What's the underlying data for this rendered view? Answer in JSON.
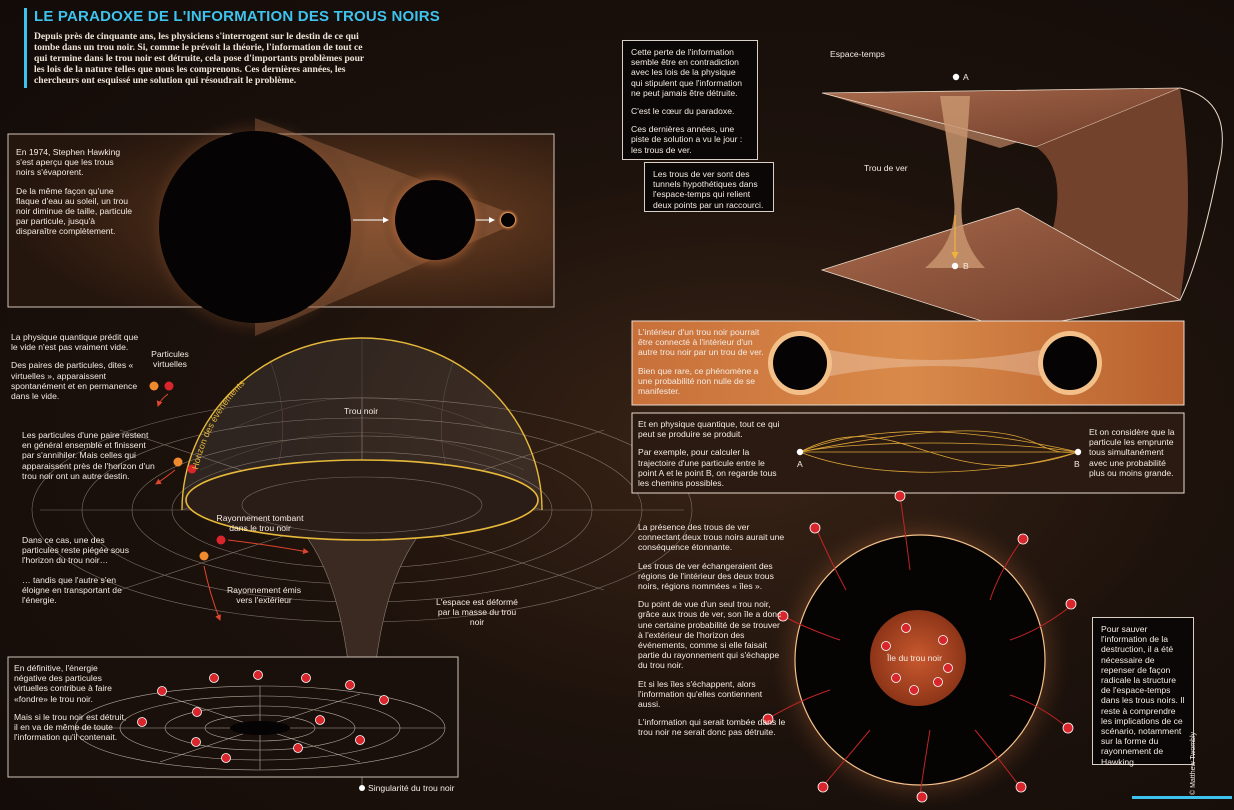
{
  "title": "LE PARADOXE DE L'INFORMATION DES TROUS NOIRS",
  "intro": "Depuis près de cinquante ans, les physiciens s'interrogent sur le destin de ce qui tombe dans un trou noir. Si, comme le prévoit la théorie, l'information de tout ce qui termine dans le trou noir est détruite, cela pose d'importants problèmes pour les lois de la nature telles que nous les comprenons. Ces dernières années, les chercheurs ont esquissé une solution qui résoudrait le problème.",
  "hawking": {
    "p1": "En 1974, Stephen Hawking s'est aperçu que les trous noirs s'évaporent.",
    "p2": "De la même façon qu'une flaque d'eau au soleil, un trou noir diminue de taille, particule par particule, jusqu'à disparaître complètement."
  },
  "quantum": {
    "p1": "La physique quantique prédit que le vide n'est pas vraiment vide.",
    "p2": "Des paires de particules, dites « virtuelles », apparaissent spontanément et en permanence dans le vide.",
    "p3": "Les particules d'une paire restent en général ensemble et finissent par s'annihiler. Mais celles qui apparaissent près de l'horizon d'un trou noir ont un autre destin.",
    "p4": "Dans ce cas, une des particules reste piégée sous l'horizon du trou noir…",
    "p5": "… tandis que l'autre s'en éloigne en transportant de l'énergie."
  },
  "labels": {
    "virtual": "Particules virtuelles",
    "horizon": "Horizon des événements",
    "hole": "Trou noir",
    "falling": "Rayonnement tombant dans le trou noir",
    "emitted": "Rayonnement émis vers l'extérieur",
    "deformed": "L'espace est déformé par la masse du trou noir",
    "singularity": "Singularité du trou noir",
    "spacetime": "Espace-temps",
    "wormhole": "Trou de ver",
    "pointA": "A",
    "pointB": "B",
    "island": "Île du trou noir",
    "credit": "© Matthew Twombly"
  },
  "energy": {
    "p1": "En définitive, l'énergie négative des particules virtuelles contribue à faire «fondre» le trou noir.",
    "p2": "Mais si le trou noir est détruit, il en va de même de toute l'information qu'il contenait."
  },
  "paradox": {
    "p1": "Cette perte de l'information semble être en contradiction avec les lois de la physique qui stipulent que l'information ne peut jamais être détruite.",
    "p2": "C'est le cœur du paradoxe.",
    "p3": "Ces dernières années, une piste de solution a vu le jour : les trous de ver."
  },
  "wormholes": "Les trous de ver sont des tunnels hypothétiques dans l'espace-temps qui relient deux points par un raccourci.",
  "interior": {
    "p1": "L'intérieur d'un trou noir pourrait être connecté à l'intérieur d'un autre trou noir par un trou de ver.",
    "p2": "Bien que rare, ce phénomène a une probabilité non nulle de se manifester."
  },
  "paths": {
    "p1": "Et en physique quantique, tout ce qui peut se produire se produit.",
    "p2": "Par exemple, pour calculer la trajectoire d'une particule entre le point A et le point B, on regarde tous les chemins possibles.",
    "right": "Et on considère que la particule les emprunte tous simultanément avec une probabilité plus ou moins grande."
  },
  "islands": {
    "p1": "La présence des trous de ver connectant deux trous noirs aurait une conséquence étonnante.",
    "p2": "Les trous de ver échangeraient des régions de l'intérieur des deux trous noirs, régions nommées « îles ».",
    "p3": "Du point de vue d'un seul trou noir, grâce aux trous de ver, son île a donc une certaine probabilité de se trouver à l'extérieur de l'horizon des événements, comme si elle faisait partie du rayonnement qui s'échappe du trou noir.",
    "p4": "Et si les îles s'échappent, alors l'information qu'elles contiennent aussi.",
    "p5": "L'information qui serait tombée dans le trou noir ne serait donc pas détruite."
  },
  "conclusion": "Pour sauver l'information de la destruction, il a été nécessaire de repenser de façon radicale la structure de l'espace-temps dans les trous noirs. Il reste à comprendre les implications de ce scénario, notamment sur la forme du rayonnement de Hawking.",
  "colors": {
    "accent": "#3ec3ee",
    "glow": "#e8a25a",
    "particle": "#d9262c",
    "horizon": "#e7b93a"
  }
}
